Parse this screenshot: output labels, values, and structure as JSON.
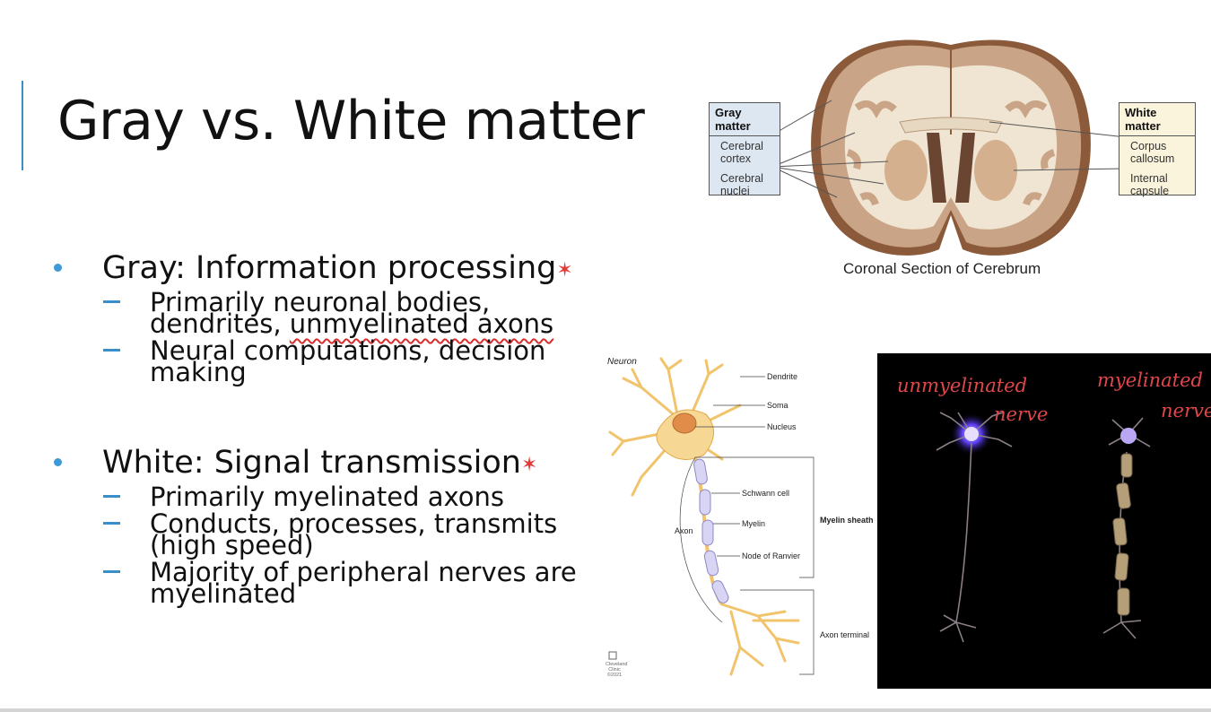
{
  "slide": {
    "title": "Gray vs. White matter",
    "sections": [
      {
        "heading": "Gray: Information processing",
        "items": [
          [
            "Primarily neuronal bodies,",
            "dendrites, ",
            "unmyelinated axons"
          ],
          [
            "Neural computations, decision",
            "making"
          ]
        ]
      },
      {
        "heading": "White: Signal transmission",
        "items": [
          [
            "Primarily myelinated axons"
          ],
          [
            "Conducts, processes, transmits",
            "(high speed)"
          ],
          [
            "Majority of peripheral nerves are",
            "myelinated"
          ]
        ]
      }
    ],
    "annotation_mark": "✶"
  },
  "brain_figure": {
    "gray_header": "Gray matter",
    "gray_items": [
      [
        "Cerebral",
        "cortex"
      ],
      [
        "Cerebral",
        "nuclei"
      ]
    ],
    "white_header": "White matter",
    "white_items": [
      [
        "Corpus",
        "callosum"
      ],
      [
        "Internal",
        "capsule"
      ]
    ],
    "caption": "Coronal Section of Cerebrum",
    "colors": {
      "gray_box": "#dde7f2",
      "white_box": "#fbf4dc",
      "cortex": "#c9a486",
      "white_matter": "#f0e4d2"
    }
  },
  "neuron_figure": {
    "title": "Neuron",
    "labels": {
      "dendrite": "Dendrite",
      "soma": "Soma",
      "nucleus": "Nucleus",
      "schwann": "Schwann cell",
      "myelin": "Myelin",
      "node": "Node of Ranvier",
      "axon": "Axon",
      "myelin_sheath": "Myelin sheath",
      "axon_terminal": "Axon terminal"
    },
    "credit": [
      "Cleveland",
      "Clinic",
      "©2021"
    ]
  },
  "drawing": {
    "left_label": [
      "unmyelinated",
      "nerve"
    ],
    "right_label": [
      "myelinated",
      "nerve"
    ],
    "ink_color": "#e0474c"
  }
}
